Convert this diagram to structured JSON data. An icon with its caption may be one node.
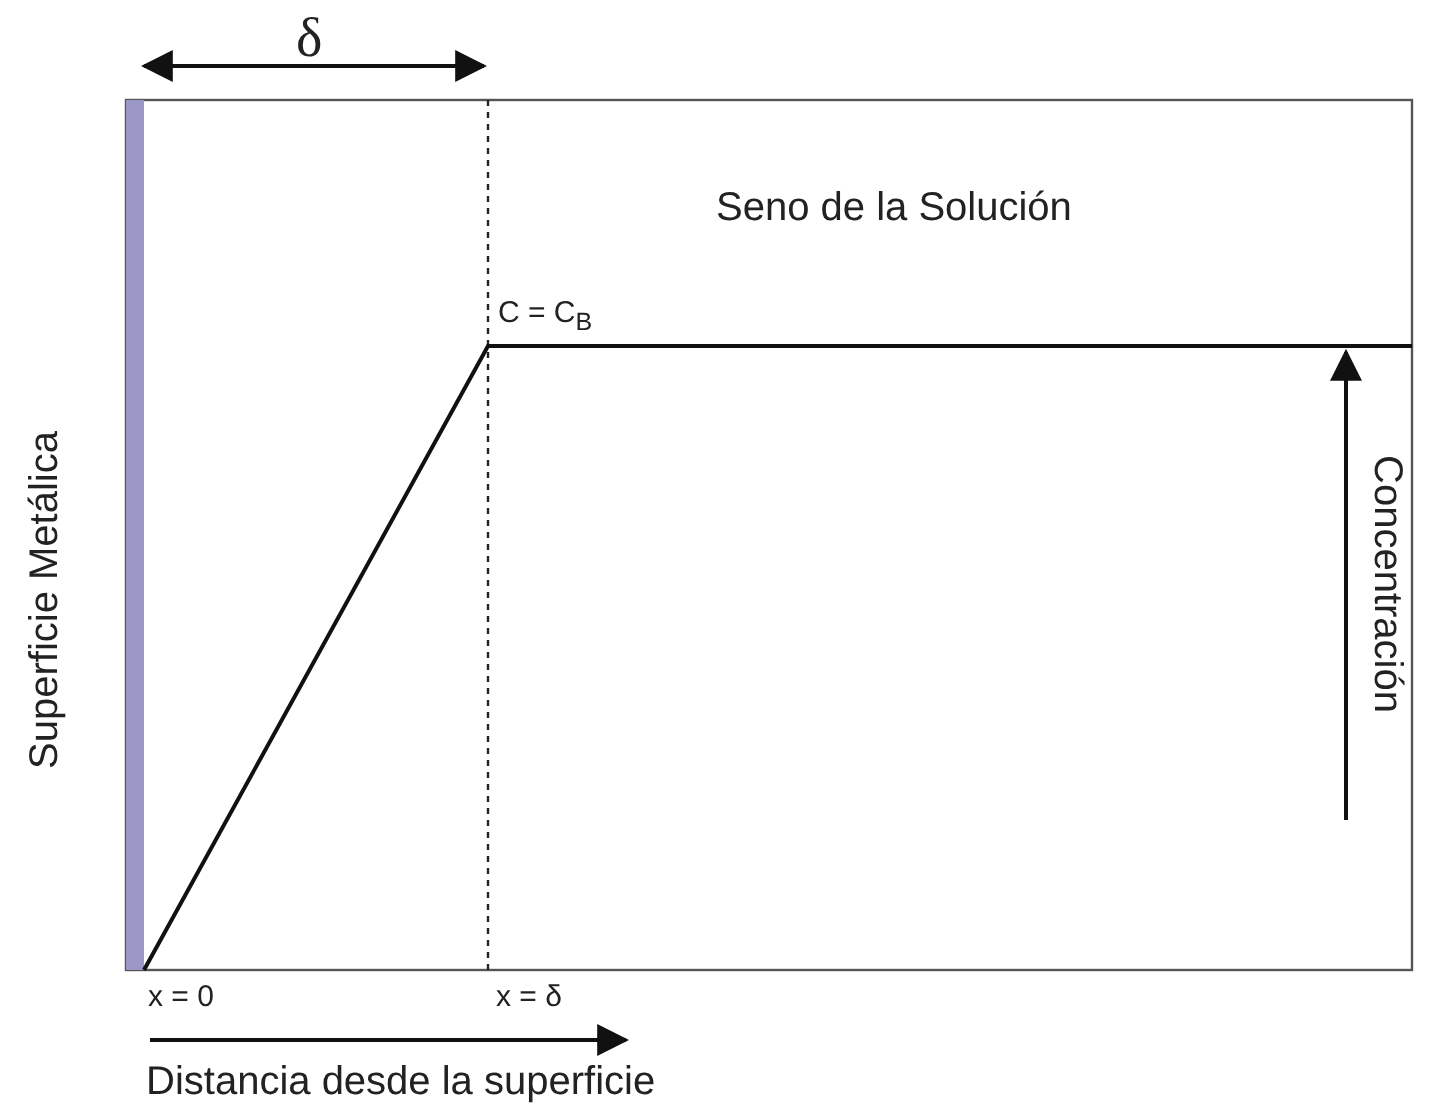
{
  "diagram": {
    "labels": [
      "δ",
      "Seno de la Solución",
      "C = C$_{B}$",
      "Superficie Metálica",
      "Concentración",
      "x = 0",
      "x = δ",
      "Distancia desde la superficie"
    ]
  }
}
